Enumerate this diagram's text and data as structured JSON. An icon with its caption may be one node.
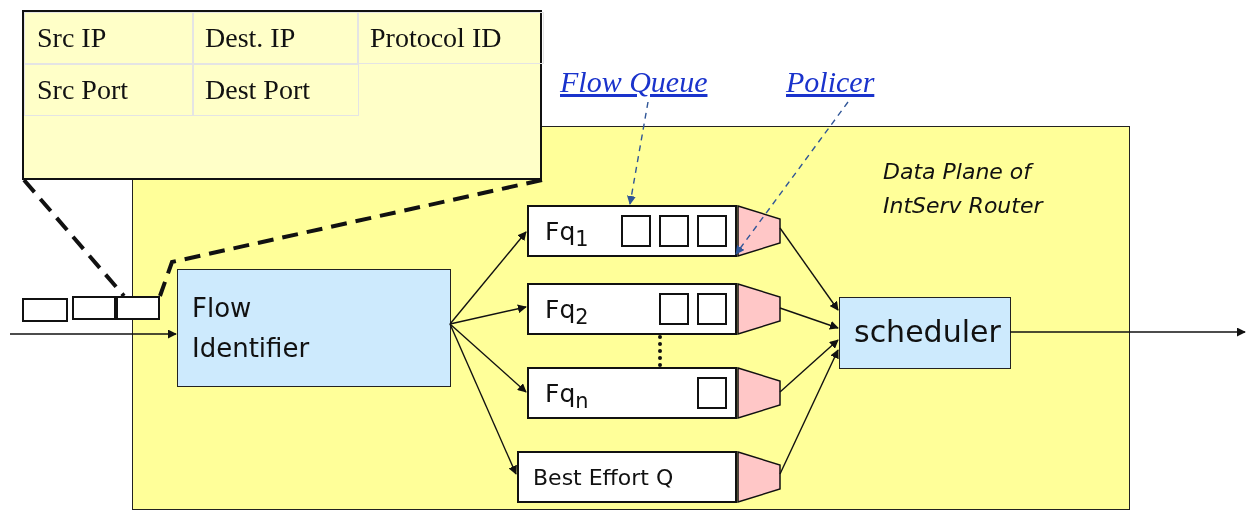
{
  "diagram": {
    "nodes": [
      {
        "text": [
          "Data Plane of IntServ Router"
        ]
      },
      {
        "text": [
          "Src IP",
          "Dest. IP",
          "Protocol ID",
          "Src Port",
          "Dest Port"
        ]
      },
      {
        "text": [
          "Flow Identifier"
        ],
        "in": 0
      },
      {
        "text": [
          "Fq$_{1}$"
        ],
        "in": 0
      },
      {
        "text": [
          "Fq$_{2}$"
        ],
        "in": 0
      },
      {
        "text": [
          "Fq$_{n}$"
        ],
        "in": 0
      },
      {
        "text": [
          "Best Effort Q"
        ],
        "in": 0
      },
      {
        "text": [],
        "shape": "trapezoid",
        "in": 0
      },
      {
        "text": [],
        "shape": "trapezoid",
        "in": 0
      },
      {
        "text": [],
        "shape": "trapezoid",
        "in": 0
      },
      {
        "text": [],
        "shape": "trapezoid",
        "in": 0
      },
      {
        "text": [
          "scheduler"
        ],
        "in": 0
      },
      {
        "text": [
          "Flow Queue"
        ]
      },
      {
        "text": [
          "Policer"
        ]
      },
      {
        "text": [],
        "shape": "box"
      },
      {
        "text": [],
        "shape": "box"
      },
      {
        "text": [],
        "shape": "box"
      }
    ],
    "edges": [
      {
        "from": null,
        "to": 2,
        "arrow": "to"
      },
      {
        "from": 2,
        "to": 3,
        "arrow": "to"
      },
      {
        "from": 2,
        "to": 4,
        "arrow": "to"
      },
      {
        "from": 2,
        "to": 5,
        "arrow": "to"
      },
      {
        "from": 2,
        "to": 6,
        "arrow": "to"
      },
      {
        "from": 7,
        "to": 11,
        "arrow": "to"
      },
      {
        "from": 8,
        "to": 11,
        "arrow": "to"
      },
      {
        "from": 9,
        "to": 11,
        "arrow": "to"
      },
      {
        "from": 10,
        "to": 11,
        "arrow": "to"
      },
      {
        "from": 11,
        "to": null,
        "arrow": "to"
      },
      {
        "from": 12,
        "to": 3,
        "arrow": "to",
        "style": "dashed",
        "color": "#2f5597"
      },
      {
        "from": 13,
        "to": 7,
        "arrow": "to",
        "style": "dashed",
        "color": "#2f5597"
      },
      {
        "from": 1,
        "to": 16,
        "arrow": "none",
        "style": "dashed"
      },
      {
        "from": 1,
        "to": 16,
        "arrow": "none",
        "style": "dashed"
      }
    ]
  }
}
